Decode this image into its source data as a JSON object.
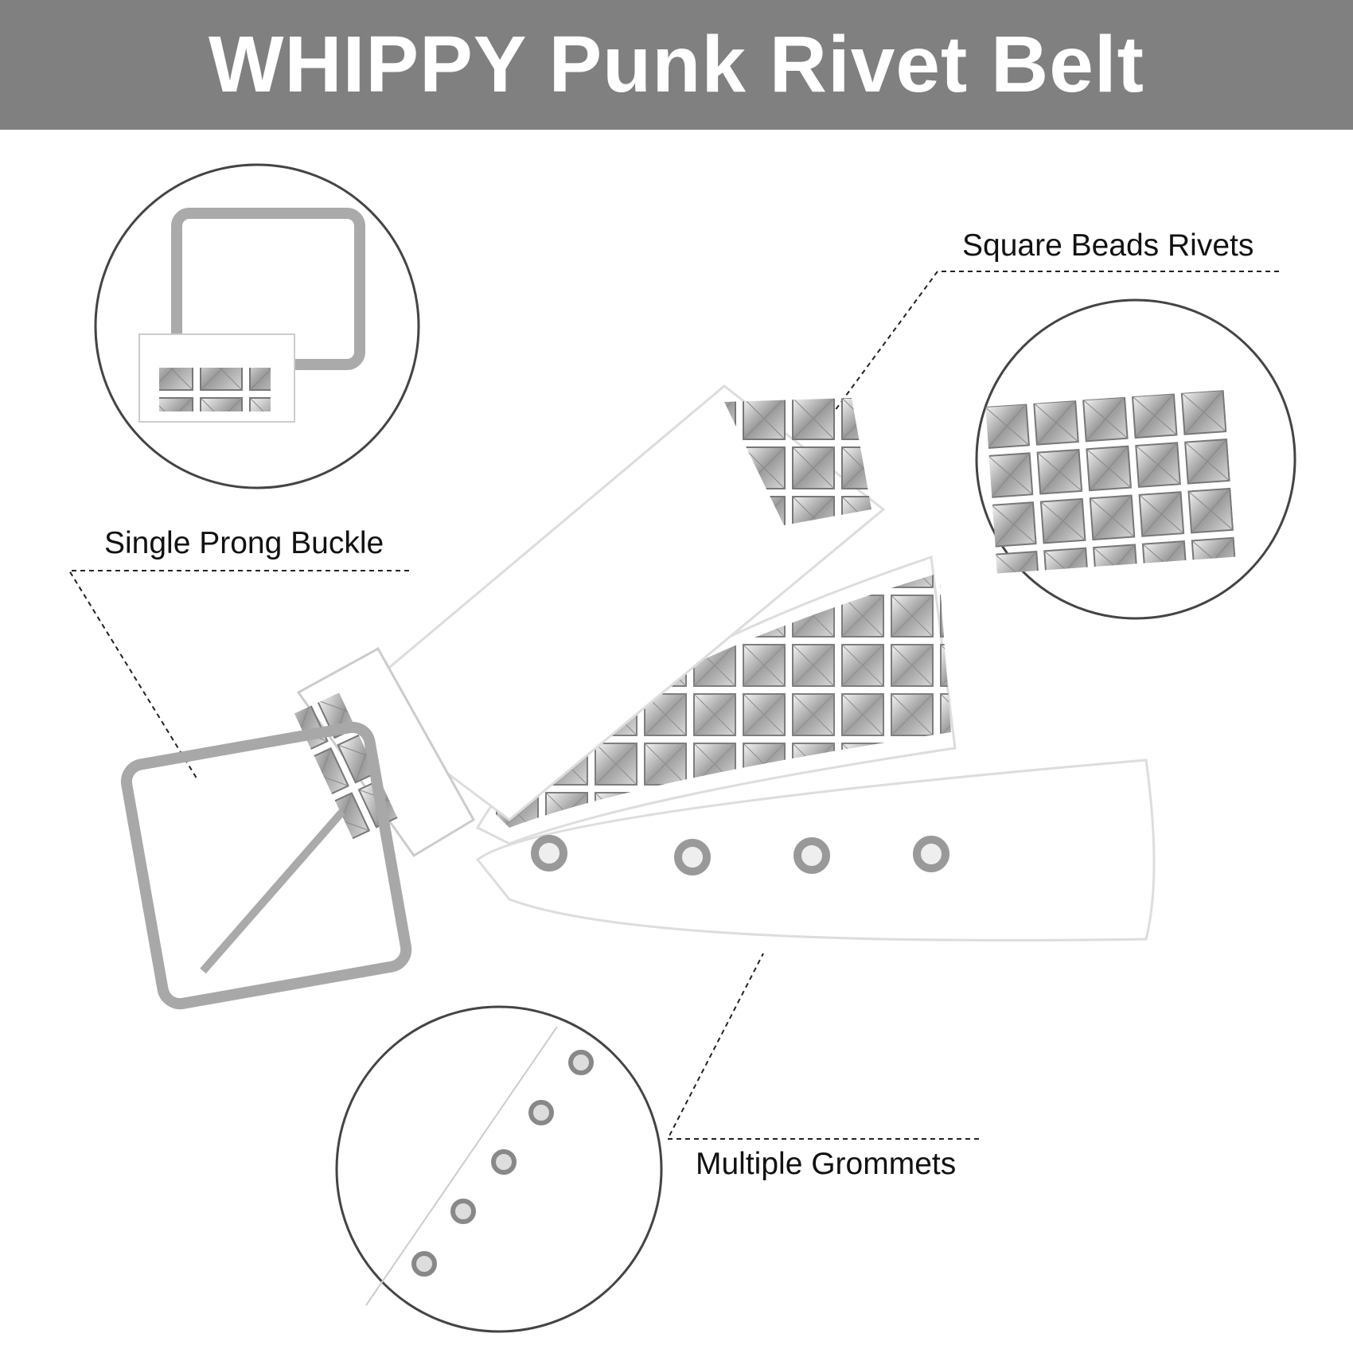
{
  "header": {
    "title": "WHIPPY Punk Rivet Belt"
  },
  "callouts": [
    {
      "label": "Square Beads Rivets"
    },
    {
      "label": "Single Prong Buckle"
    },
    {
      "label": "Multiple Grommets"
    }
  ],
  "colors": {
    "header_bg": "#808080",
    "title": "#ffffff",
    "belt": "#ffffff",
    "metal": "#b8b8b8"
  }
}
